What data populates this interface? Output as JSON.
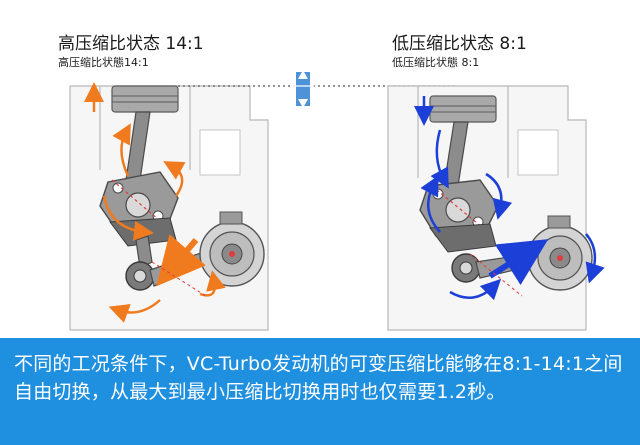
{
  "left_state": {
    "title": "高压缩比状态 14:1",
    "subtitle": "高压缩比状態14:1",
    "arrow_color": "#f07a1e"
  },
  "right_state": {
    "title": "低压缩比状态 8:1",
    "subtitle": "低压缩比状態 8:1",
    "arrow_color": "#1c3fd8"
  },
  "colors": {
    "caption_bg": "#1f8fe0",
    "engine_block": "#f6f6f6",
    "engine_line": "#b8b8b8",
    "part_gray": "#8c8c8c",
    "part_dark": "#4a4a4a",
    "height_marker": "#2f7fd0"
  },
  "caption": {
    "text": "不同的工况条件下，VC-Turbo发动机的可变压缩比能够在8:1-14:1之间自由切换，从最大到最小压缩比切换用时也仅需要1.2秒。"
  }
}
